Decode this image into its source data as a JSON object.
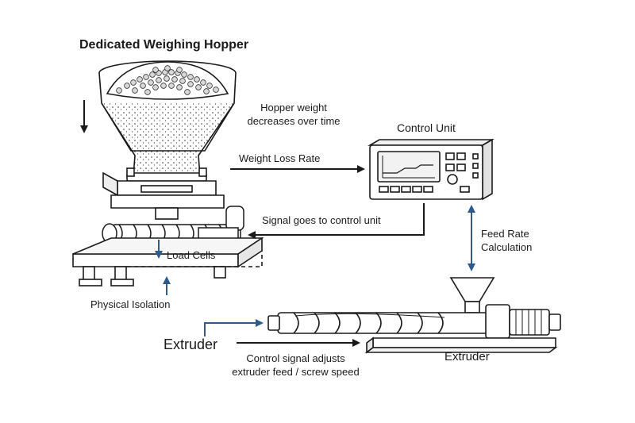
{
  "labels": {
    "hopper_title": "Dedicated Weighing Hopper",
    "hopper_weight_line1": "Hopper weight",
    "hopper_weight_line2": "decreases over time",
    "control_unit": "Control Unit",
    "weight_loss_rate": "Weight Loss Rate",
    "signal_to_control": "Signal goes to control unit",
    "feed_rate_line1": "Feed Rate",
    "feed_rate_line2": "Calculation",
    "load_cells": "Load Cells",
    "physical_isolation": "Physical Isolation",
    "extruder_left": "Extruder",
    "extruder_right": "Extruder",
    "control_signal_line1": "Control signal adjusts",
    "control_signal_line2": "extruder feed / screw speed"
  },
  "colors": {
    "ink": "#1a1a1a",
    "accent_blue": "#2f5a8a",
    "screen": "#f2f2f2"
  }
}
